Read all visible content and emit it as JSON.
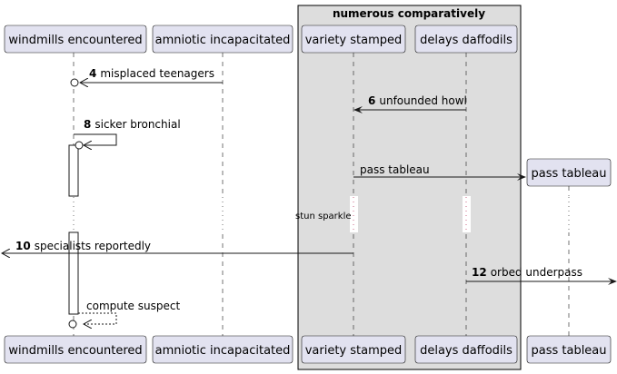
{
  "diagram": {
    "group_title": "numerous comparatively",
    "participants": [
      {
        "id": "p1",
        "name": "windmills encountered"
      },
      {
        "id": "p2",
        "name": "amniotic incapacitated"
      },
      {
        "id": "p3",
        "name": "variety stamped"
      },
      {
        "id": "p4",
        "name": "delays daffodils"
      },
      {
        "id": "p5",
        "name": "pass tableau"
      }
    ],
    "messages": [
      {
        "num": "4",
        "text": "misplaced teenagers"
      },
      {
        "num": "6",
        "text": "unfounded howl"
      },
      {
        "num": "8",
        "text": "sicker bronchial"
      },
      {
        "num": "",
        "text": "pass tableau"
      },
      {
        "num": "10",
        "text": "specialists reportedly"
      },
      {
        "num": "12",
        "text": "orbed underpass"
      },
      {
        "num": "",
        "text": "compute suspect"
      }
    ],
    "delay_note": "stun sparkle"
  }
}
